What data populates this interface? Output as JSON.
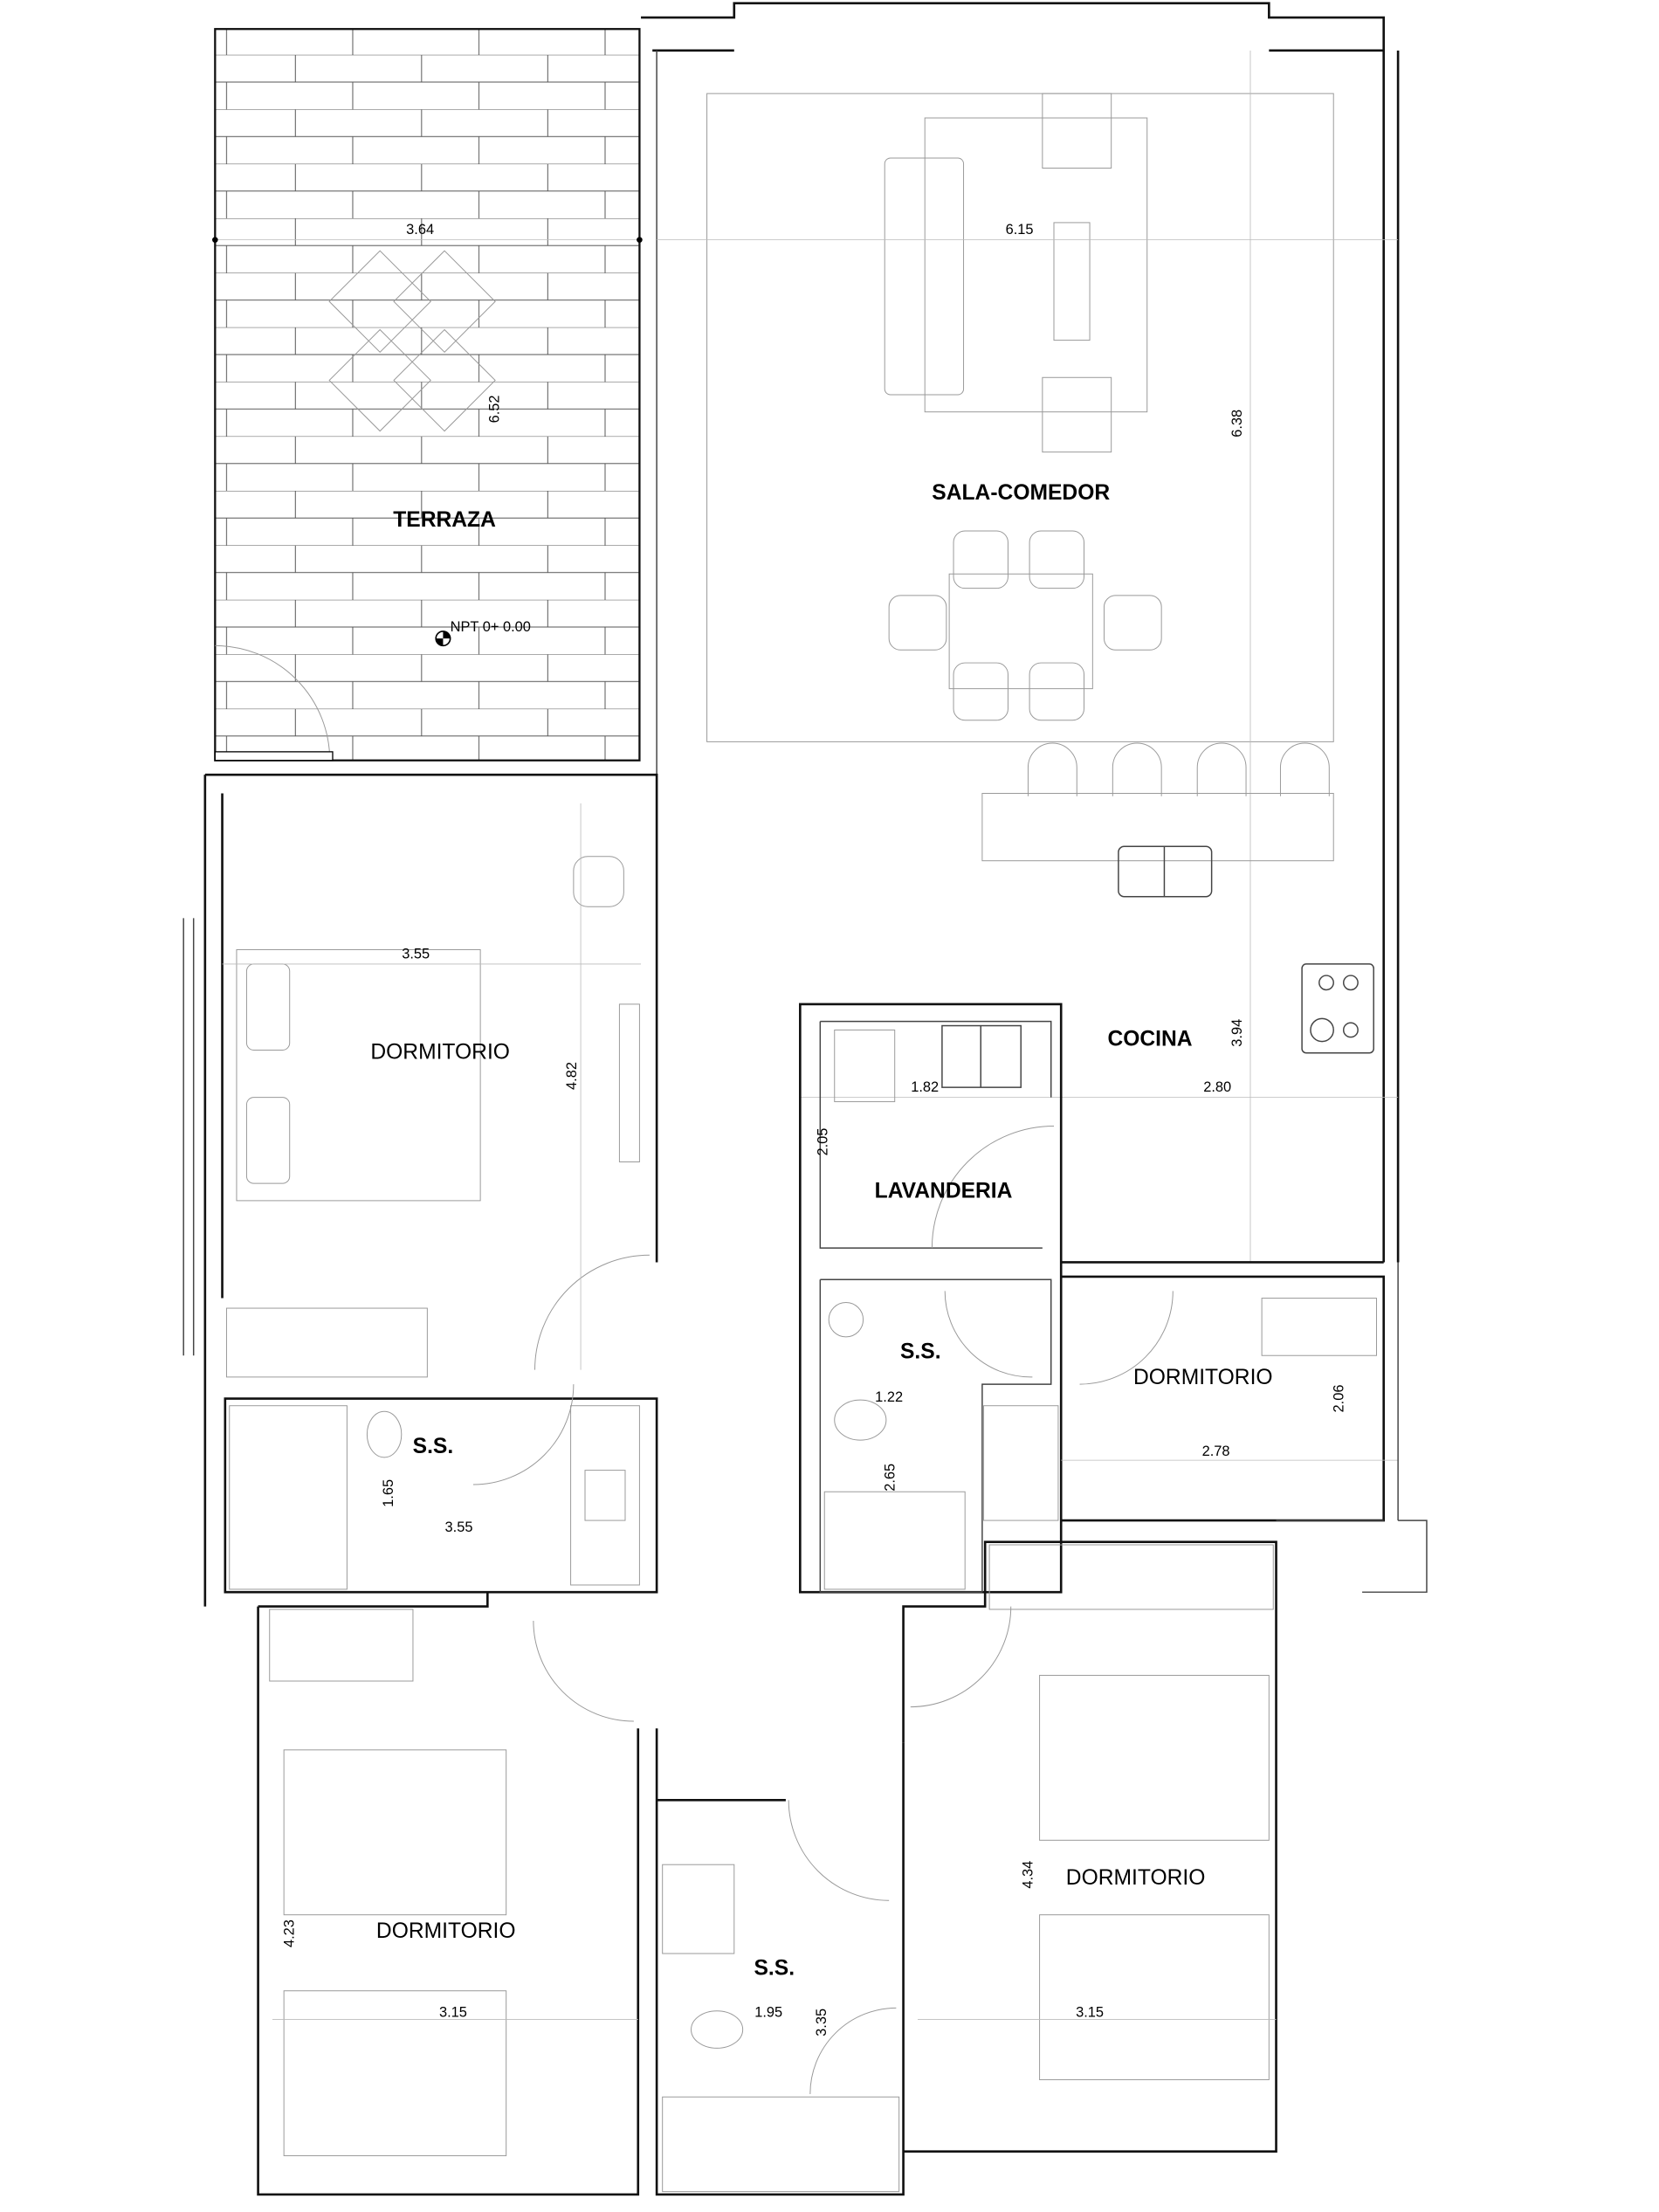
{
  "rooms": {
    "terraza": "TERRAZA",
    "sala_comedor": "SALA-COMEDOR",
    "cocina": "COCINA",
    "lavanderia": "LAVANDERIA",
    "ss_center": "S.S.",
    "dorm_small": "DORMITORIO",
    "dorm_top_left": "DORMITORIO",
    "ss_left": "S.S.",
    "dorm_bottom_left": "DORMITORIO",
    "ss_bottom": "S.S.",
    "dorm_bottom_right": "DORMITORIO"
  },
  "level_marker": "NPT 0+ 0.00",
  "dimensions": {
    "terraza_w": "3.64",
    "terraza_h": "6.52",
    "sala_w": "6.15",
    "sala_h": "6.38",
    "cocina_h": "3.94",
    "cocina_w": "2.80",
    "lav_w": "1.82",
    "lav_h": "2.05",
    "ss_center_w": "1.22",
    "ss_center_h": "2.65",
    "dorm_small_h": "2.06",
    "dorm_small_w": "2.78",
    "dorm_tl_w": "3.55",
    "dorm_tl_h": "4.82",
    "ss_left_h": "1.65",
    "ss_left_w": "3.55",
    "dorm_bl_h": "4.23",
    "dorm_bl_w": "3.15",
    "ss_bottom_w": "1.95",
    "ss_bottom_h": "3.35",
    "dorm_br_h": "4.34",
    "dorm_br_w": "3.15"
  }
}
